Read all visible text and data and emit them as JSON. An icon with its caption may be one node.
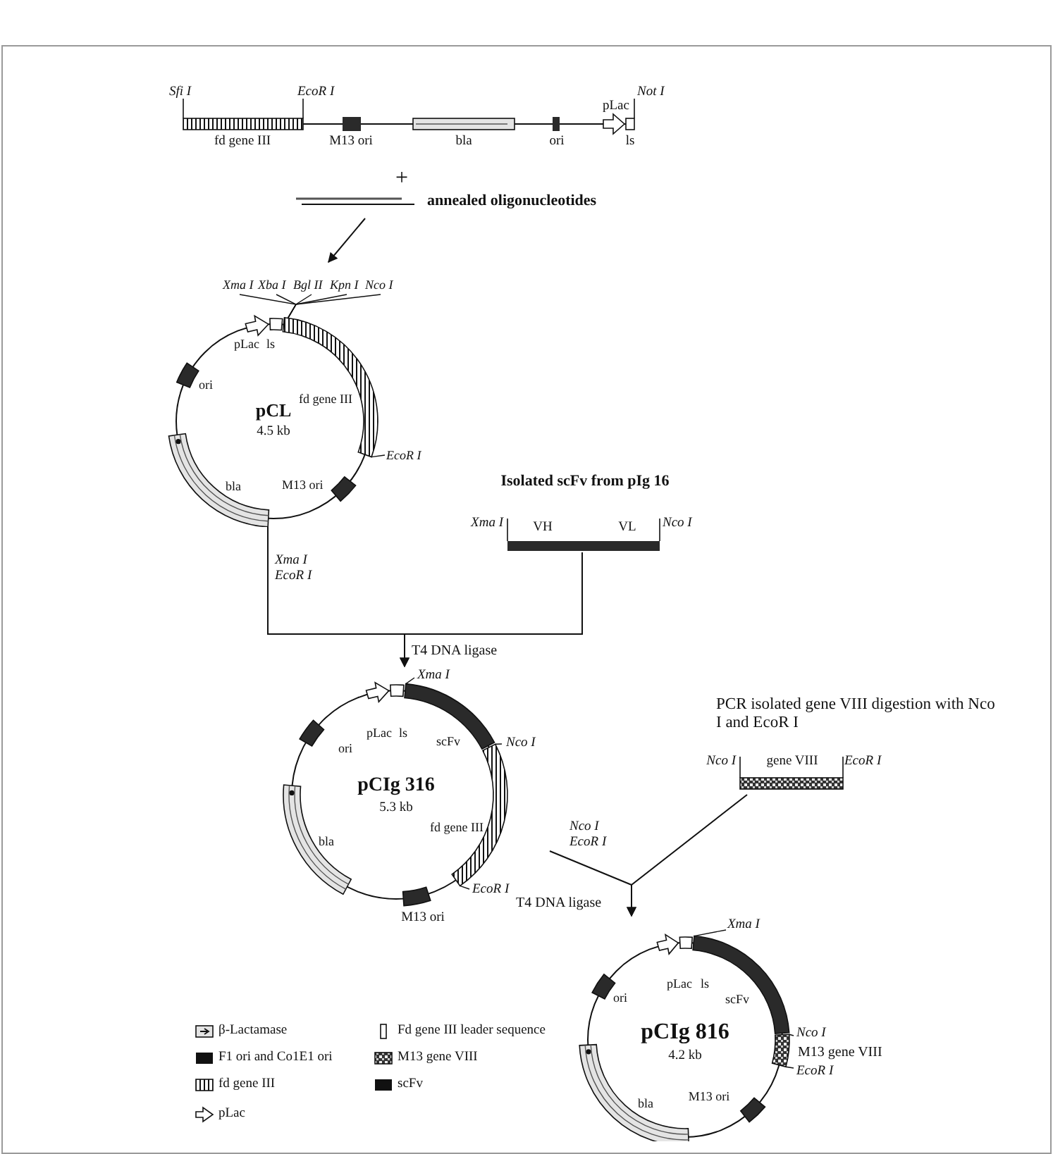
{
  "diagram": {
    "nodes": [
      {
        "text": [
          "Sfi I",
          "EcoR I",
          "pLac",
          "Not I",
          "fd gene III",
          "M13 ori",
          "bla",
          "ori",
          "ls"
        ]
      },
      {
        "text": [
          "annealed oligonucleotides"
        ]
      },
      {
        "text": [
          "Xma I",
          "Xba I",
          "Bgl II",
          "Kpn I",
          "Nco I",
          "pLac",
          "ls",
          "ori",
          "fd gene III",
          "pCL",
          "4.5 kb",
          "EcoR I",
          "bla",
          "M13 ori"
        ]
      },
      {
        "text": [
          "Isolated scFv from pIg 16",
          "Xma I",
          "VH",
          "VL",
          "Nco I"
        ]
      },
      {
        "text": [
          "Xma I",
          "pLac",
          "ls",
          "ori",
          "scFv",
          "Nco I",
          "pCIg 316",
          "5.3 kb",
          "fd gene III",
          "bla",
          "EcoR I",
          "M13 ori"
        ]
      },
      {
        "text": [
          "PCR isolated gene VIII digestion with Nco I and EcoR I",
          "Nco I",
          "gene VIII",
          "EcoR I"
        ]
      },
      {
        "text": [
          "Xma I",
          "pLac",
          "ls",
          "ori",
          "scFv",
          "pCIg 816",
          "4.2 kb",
          "Nco I",
          "M13 gene VIII",
          "EcoR I",
          "bla",
          "M13 ori"
        ]
      }
    ],
    "edges": [
      {
        "from": 1,
        "to": 2,
        "arrow": "to"
      },
      {
        "from": 2,
        "to": 4,
        "arrow": "to",
        "label": "Xma I EcoR I"
      },
      {
        "from": 3,
        "to": 4,
        "arrow": "to"
      },
      {
        "from": 4,
        "to": 6,
        "arrow": "to",
        "label": "Nco I EcoR I"
      },
      {
        "from": 5,
        "to": 6,
        "arrow": "to"
      }
    ],
    "labels": [
      "+",
      "T4 DNA ligase",
      "T4 DNA ligase"
    ],
    "legend": [
      {
        "text": "β-Lactamase"
      },
      {
        "text": "Fd gene III leader sequence"
      },
      {
        "text": "F1 ori and Co1E1 ori"
      },
      {
        "text": "M13 gene VIII"
      },
      {
        "text": "fd gene III"
      },
      {
        "text": "scFv"
      },
      {
        "text": "pLac"
      }
    ]
  }
}
